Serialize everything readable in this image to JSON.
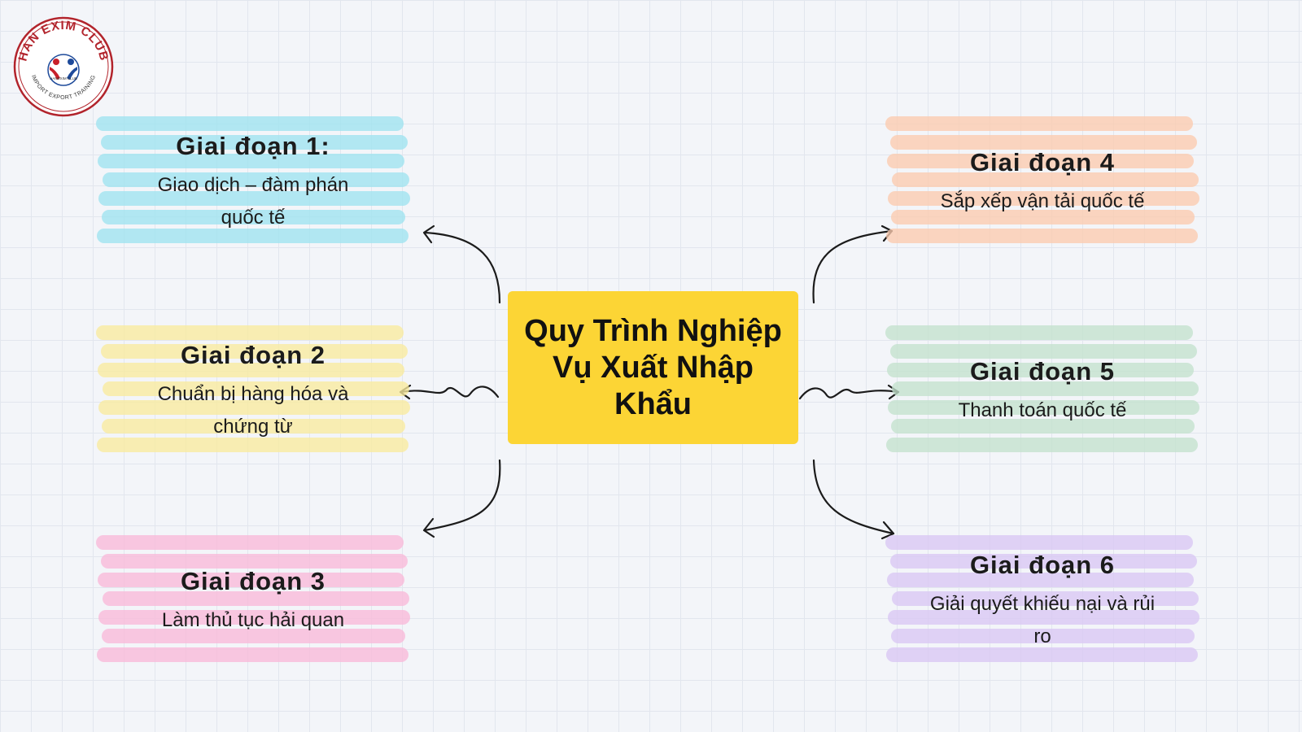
{
  "logo": {
    "ring_text": "HAN EXIM CLUB",
    "sub_text": "IMPORT EXPORT TRAINING",
    "inner_text": "HANEXIM CLUB"
  },
  "center": {
    "title": "Quy Trình Nghiệp Vụ Xuất Nhập Khẩu"
  },
  "stages": [
    {
      "title": "Giai đoạn 1:",
      "desc": "Giao dịch – đàm phán quốc tế",
      "color": "#9ee3f0"
    },
    {
      "title": "Giai đoạn 2",
      "desc": "Chuẩn bị hàng hóa và chứng từ",
      "color": "#f9ea9e"
    },
    {
      "title": "Giai đoạn 3",
      "desc": "Làm thủ tục hải quan",
      "color": "#f8b9d8"
    },
    {
      "title": "Giai đoạn 4",
      "desc": "Sắp xếp vận tải quốc tế",
      "color": "#fbcbae"
    },
    {
      "title": "Giai đoạn 5",
      "desc": "Thanh toán quốc tế",
      "color": "#c3e2cd"
    },
    {
      "title": "Giai đoạn 6",
      "desc": "Giải quyết khiếu nại và rủi ro",
      "color": "#d8c7f3"
    }
  ],
  "colors": {
    "center": "#fcd535",
    "arrow": "#1b1b1b",
    "grid": "#e2e6ee"
  }
}
